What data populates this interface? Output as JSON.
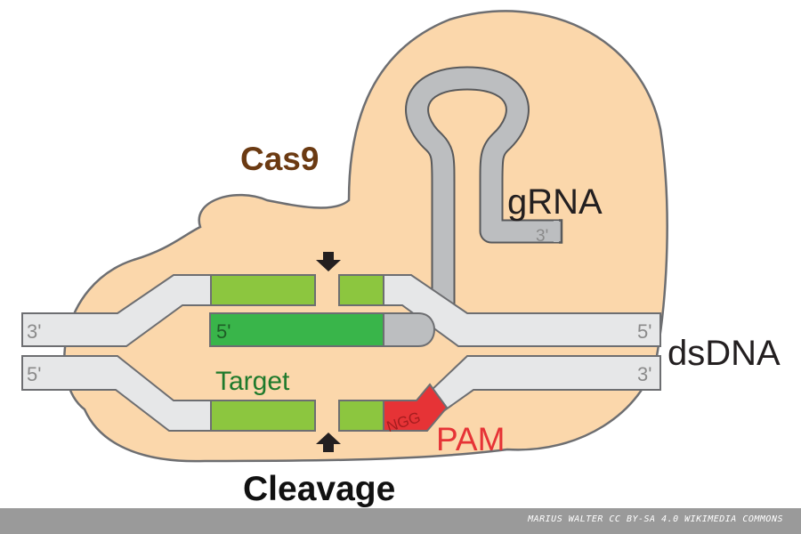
{
  "labels": {
    "cas9": "Cas9",
    "grna": "gRNA",
    "grna_3prime": "3'",
    "dsdna": "dsDNA",
    "top_left_end": "3'",
    "top_right_end": "5'",
    "bottom_left_end": "5'",
    "bottom_right_end": "3'",
    "guide_5prime": "5'",
    "target": "Target",
    "pam_sequence": "NGG",
    "pam": "PAM",
    "cleavage": "Cleavage"
  },
  "credit": "MARIUS WALTER CC BY-SA 4.0 WIKIMEDIA COMMONS",
  "colors": {
    "cas9_fill": "#fbd7ab",
    "cas9_text": "#6b3a12",
    "dna_strand": "#e6e7e8",
    "grna_strand": "#bcbec0",
    "target_light_green": "#8cc63f",
    "guide_dark_green": "#39b54a",
    "target_text": "#1f7a2c",
    "pam_red": "#e63336",
    "end_label_gray": "#8a8a8a",
    "credit_bar": "#9a9a9a"
  }
}
